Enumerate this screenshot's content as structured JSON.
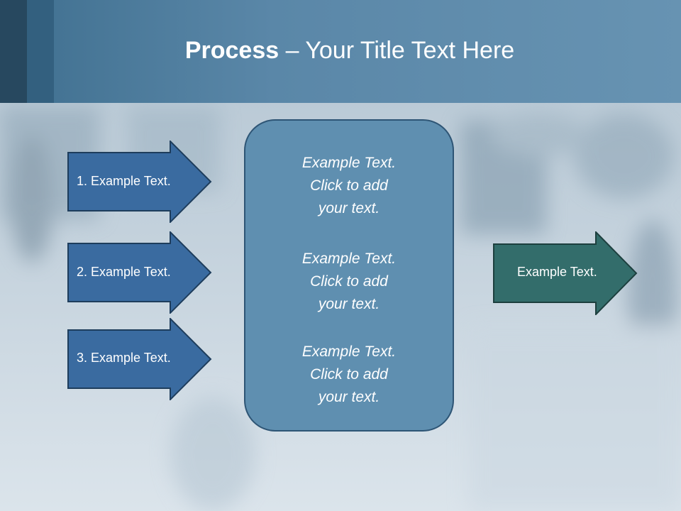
{
  "slide": {
    "title_bold": "Process",
    "title_rest": " – Your Title Text Here"
  },
  "left_arrows": [
    {
      "label": "1. Example Text."
    },
    {
      "label": "2. Example Text."
    },
    {
      "label": "3. Example Text."
    }
  ],
  "center_box": {
    "blocks": [
      {
        "line1": "Example Text.",
        "line2": "Click  to add",
        "line3": "your text."
      },
      {
        "line1": "Example Text.",
        "line2": "Click  to add",
        "line3": "your text."
      },
      {
        "line1": "Example Text.",
        "line2": "Click  to add",
        "line3": "your text."
      }
    ]
  },
  "right_arrow": {
    "label": "Example Text."
  },
  "colors": {
    "header": "#5a87a8",
    "left_arrow_fill": "#3a6ba0",
    "center_box_fill": "#5f8fb0",
    "right_arrow_fill": "#336d6b"
  }
}
